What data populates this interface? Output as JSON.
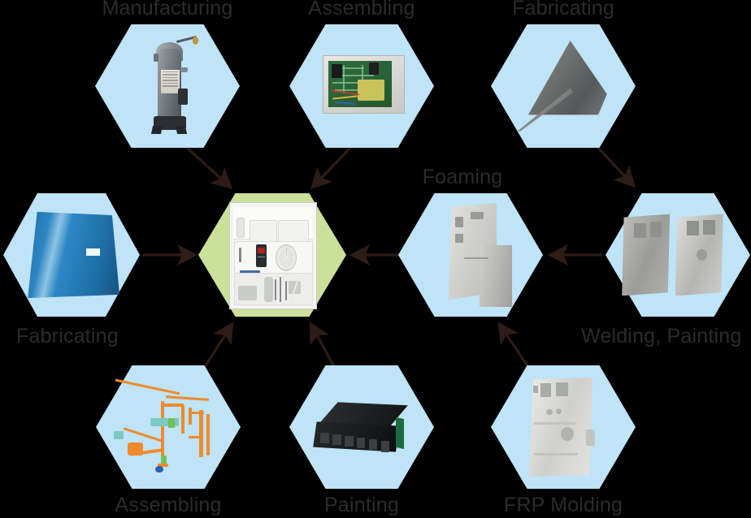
{
  "diagram": {
    "title": "Hexagon manufacturing process flow",
    "background_color": "#000000",
    "node_color": "#bfe3f7",
    "center_node_color": "#cbe09a",
    "arrow_color": "#2e1c16",
    "label_color": "#2b2b2b"
  },
  "nodes": [
    {
      "id": "manufacturing",
      "label": "Manufacturing",
      "photo": "compressor",
      "hex_color": "#bfe3f7",
      "label_position": "above"
    },
    {
      "id": "assembling-top",
      "label": "Assembling",
      "photo": "control-box-pcb",
      "hex_color": "#bfe3f7",
      "label_position": "above"
    },
    {
      "id": "fabricating-top",
      "label": "Fabricating",
      "photo": "sheet-metal-panel",
      "hex_color": "#bfe3f7",
      "label_position": "above"
    },
    {
      "id": "fabricating-left",
      "label": "Fabricating",
      "photo": "blue-painted-panel",
      "hex_color": "#bfe3f7",
      "label_position": "below"
    },
    {
      "id": "center-unit",
      "label": "",
      "photo": "refrigeration-unit",
      "hex_color": "#cbe09a",
      "label_position": "none"
    },
    {
      "id": "foaming",
      "label": "Foaming",
      "photo": "foamed-panel",
      "hex_color": "#bfe3f7",
      "label_position": "above"
    },
    {
      "id": "welding-painting",
      "label": "Welding, Painting",
      "photo": "welded-frames",
      "hex_color": "#bfe3f7",
      "label_position": "below"
    },
    {
      "id": "assembling-bottom",
      "label": "Assembling",
      "photo": "piping-cad",
      "hex_color": "#bfe3f7",
      "label_position": "below"
    },
    {
      "id": "painting",
      "label": "Painting",
      "photo": "black-coil",
      "hex_color": "#bfe3f7",
      "label_position": "below"
    },
    {
      "id": "frp-molding",
      "label": "FRP Molding",
      "photo": "frp-housing",
      "hex_color": "#bfe3f7",
      "label_position": "below"
    }
  ],
  "arrows": [
    {
      "from": "manufacturing",
      "to": "center-unit",
      "direction": "down-right"
    },
    {
      "from": "assembling-top",
      "to": "center-unit",
      "direction": "down-left"
    },
    {
      "from": "fabricating-left",
      "to": "center-unit",
      "direction": "right"
    },
    {
      "from": "foaming",
      "to": "center-unit",
      "direction": "left"
    },
    {
      "from": "assembling-bottom",
      "to": "center-unit",
      "direction": "up-right"
    },
    {
      "from": "painting",
      "to": "center-unit",
      "direction": "up-left"
    },
    {
      "from": "fabricating-top",
      "to": "welding-painting",
      "direction": "down-right"
    },
    {
      "from": "welding-painting",
      "to": "foaming",
      "direction": "left"
    },
    {
      "from": "frp-molding",
      "to": "foaming",
      "direction": "up-left"
    }
  ]
}
